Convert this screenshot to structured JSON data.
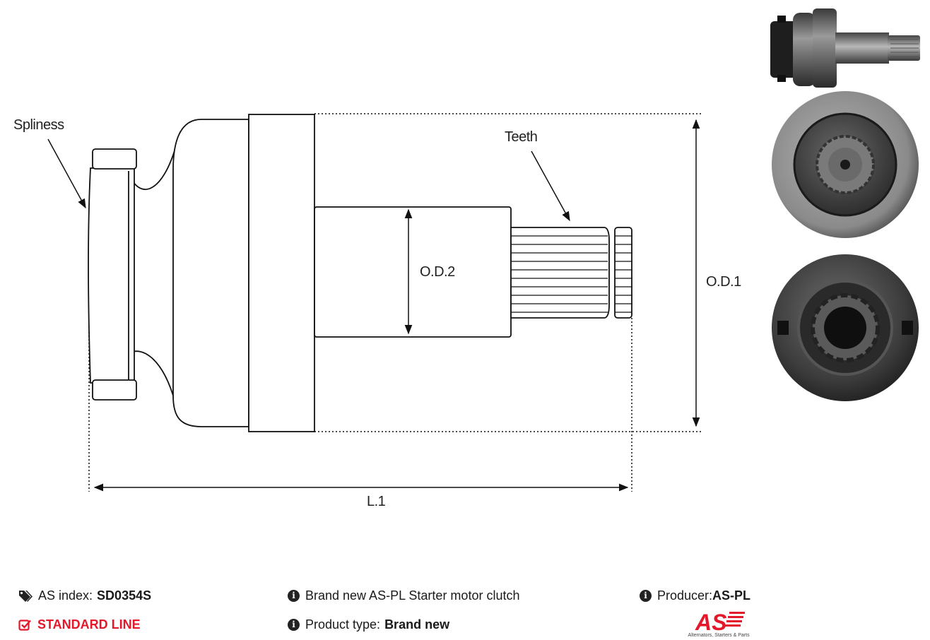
{
  "diagram": {
    "labels": {
      "spliness": "Spliness",
      "teeth": "Teeth",
      "od2": "O.D.2",
      "od1": "O.D.1",
      "l1": "L.1"
    }
  },
  "photos": {
    "side_view": "product-photo-side",
    "front_view": "product-photo-gear-end",
    "back_view": "product-photo-clutch-end"
  },
  "footer": {
    "as_index_label": "AS index:",
    "as_index_value": "SD0354S",
    "line_label": "STANDARD LINE",
    "description": "Brand new AS-PL Starter motor clutch",
    "product_type_label": "Product type:",
    "product_type_value": "Brand new",
    "producer_label": "Producer:",
    "producer_value": "AS-PL",
    "logo_text": "AS",
    "logo_tagline": "Alternators, Starters & Parts"
  },
  "colors": {
    "brand_red": "#e3192b",
    "line": "#111111"
  },
  "icons": [
    "tags-icon",
    "checkbox-icon",
    "info-icon"
  ]
}
